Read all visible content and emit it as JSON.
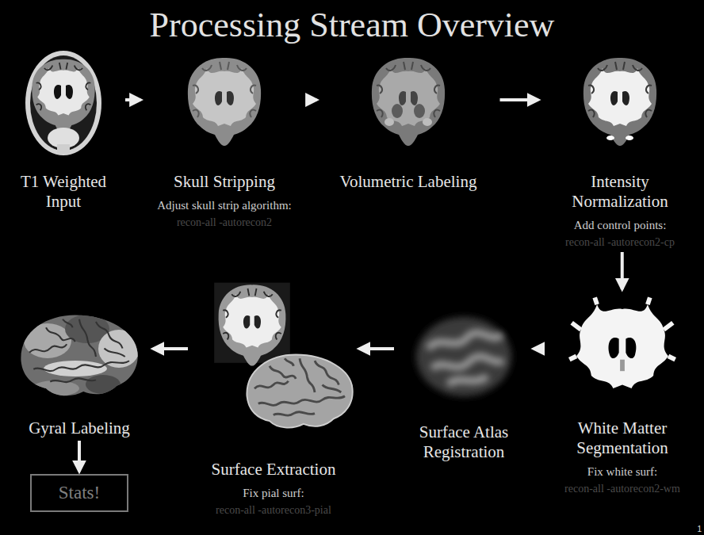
{
  "diagram": {
    "title": "Processing Stream Overview",
    "nodes": [
      {
        "text": [
          "T1 Weighted Input"
        ]
      },
      {
        "text": [
          "Skull Stripping",
          "Adjust skull strip algorithm:",
          "recon-all -autorecon2"
        ]
      },
      {
        "text": [
          "Volumetric Labeling"
        ]
      },
      {
        "text": [
          "Intensity Normalization",
          "Add control points:",
          "recon-all -autorecon2-cp"
        ]
      },
      {
        "text": [
          "White Matter Segmentation",
          "Fix white surf:",
          "recon-all -autorecon2-wm"
        ]
      },
      {
        "text": [
          "Surface Atlas Registration"
        ]
      },
      {
        "text": [
          "Surface Extraction",
          "Fix pial surf:",
          "recon-all -autorecon3-pial"
        ]
      },
      {
        "text": [
          "Gyral Labeling"
        ]
      },
      {
        "text": [
          "Stats!"
        ]
      }
    ],
    "edges": [
      {
        "from": 0,
        "to": 1,
        "arrow": "to"
      },
      {
        "from": 1,
        "to": 2,
        "arrow": "to"
      },
      {
        "from": 2,
        "to": 3,
        "arrow": "to"
      },
      {
        "from": 3,
        "to": 4,
        "arrow": "to"
      },
      {
        "from": 4,
        "to": 5,
        "arrow": "to"
      },
      {
        "from": 5,
        "to": 6,
        "arrow": "to"
      },
      {
        "from": 6,
        "to": 7,
        "arrow": "to"
      },
      {
        "from": 7,
        "to": 8,
        "arrow": "to"
      }
    ],
    "labels": [
      "1"
    ]
  }
}
